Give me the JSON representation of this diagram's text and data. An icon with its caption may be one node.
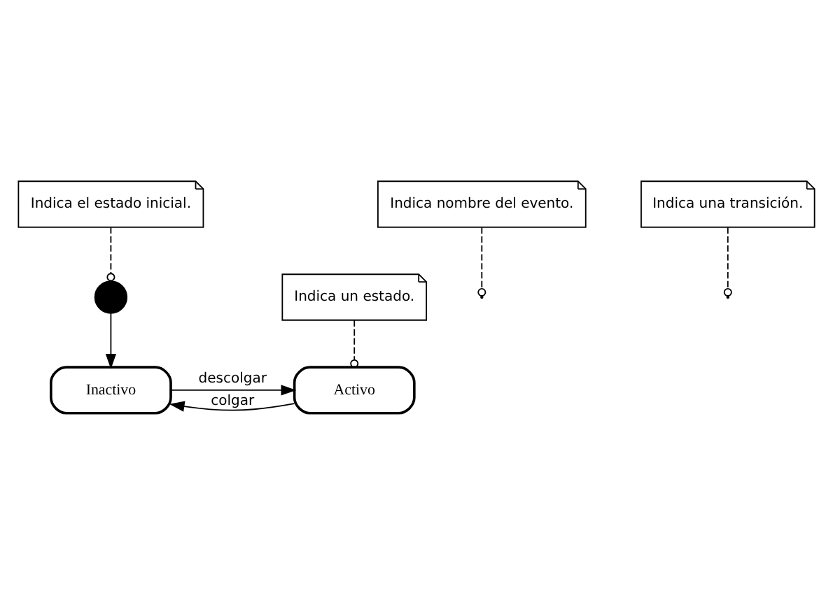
{
  "diagram": {
    "nodes": [
      {
        "text": [
          "Indica el estado inicial."
        ]
      },
      {
        "text": [],
        "shape": "circle"
      },
      {
        "text": [
          "Indica un estado."
        ]
      },
      {
        "text": [
          "Inactivo"
        ]
      },
      {
        "text": [
          "Activo"
        ]
      },
      {
        "text": [
          "Indica nombre del evento."
        ]
      },
      {
        "text": [
          "Indica una transición."
        ]
      }
    ],
    "edges": [
      {
        "from": 0,
        "to": 1,
        "arrow": "other",
        "style": "dashed"
      },
      {
        "from": 2,
        "to": 4,
        "arrow": "other",
        "style": "dashed"
      },
      {
        "from": 1,
        "to": 3,
        "arrow": "to"
      },
      {
        "from": 3,
        "to": 4,
        "arrow": "to",
        "label": "descolgar"
      },
      {
        "from": 4,
        "to": 3,
        "arrow": "to",
        "label": "colgar"
      },
      {
        "from": 5,
        "to": null,
        "arrow": "other",
        "style": "dashed"
      },
      {
        "from": 6,
        "to": null,
        "arrow": "other",
        "style": "dashed"
      }
    ]
  }
}
